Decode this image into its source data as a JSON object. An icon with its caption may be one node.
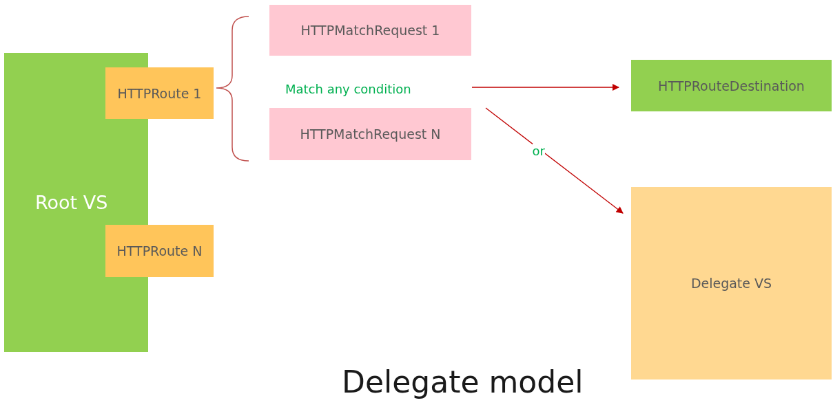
{
  "diagram": {
    "title": "Delegate model",
    "nodes": [
      {
        "text": [
          "Root VS"
        ]
      },
      {
        "text": [
          "HTTPRoute 1"
        ]
      },
      {
        "text": [
          "HTTPRoute N"
        ]
      },
      {
        "text": [
          "HTTPMatchRequest 1"
        ]
      },
      {
        "text": [
          "HTTPMatchRequest N"
        ]
      },
      {
        "text": [
          "HTTPRouteDestination"
        ]
      },
      {
        "text": [
          "Delegate VS"
        ]
      }
    ],
    "edges": [
      {
        "from": null,
        "to": 5,
        "arrow": "to"
      },
      {
        "from": null,
        "to": 6,
        "arrow": "to",
        "label": "or"
      }
    ],
    "labels": [
      "Match any condition"
    ]
  }
}
